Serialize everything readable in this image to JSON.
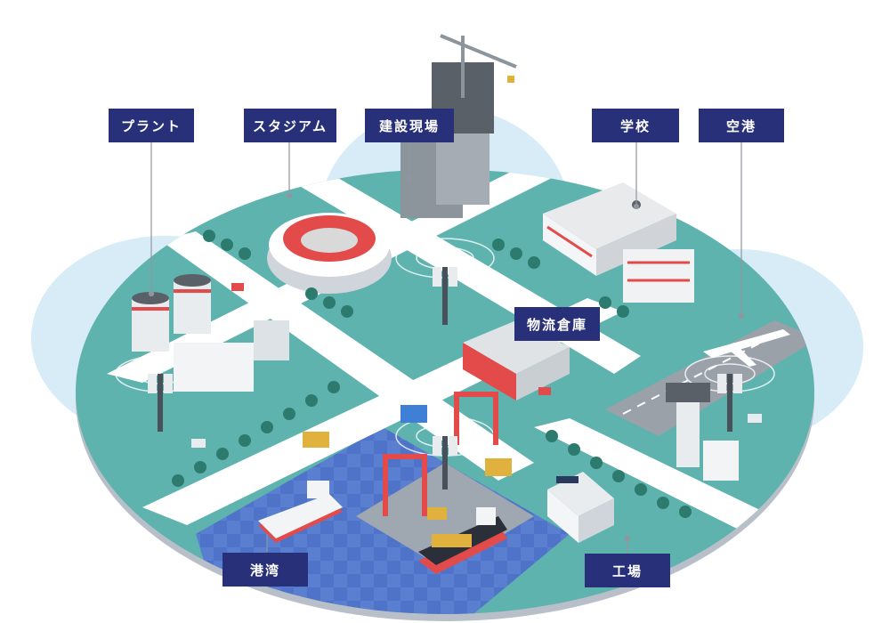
{
  "labels": {
    "plant": "プラント",
    "stadium": "スタジアム",
    "construction": "建設現場",
    "school": "学校",
    "airport": "空港",
    "logistics": "物流倉庫",
    "port": "港湾",
    "factory": "工場"
  },
  "colors": {
    "label_bg": "#28307a",
    "ground": "#5fb3ae",
    "road": "#ffffff",
    "water": "#4f73c8",
    "signal": "#b7dcef",
    "accent_red": "#e34b4b"
  }
}
